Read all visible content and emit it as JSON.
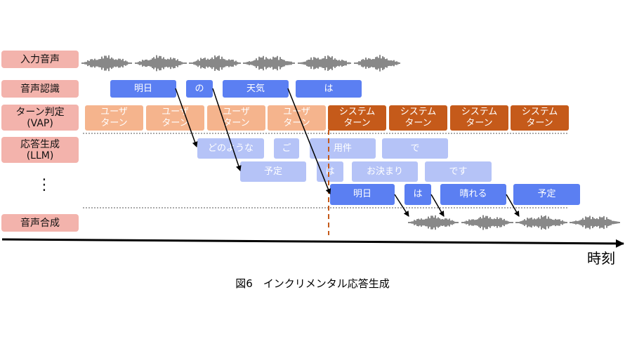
{
  "rows": {
    "input_audio": "入力音声",
    "asr": "音声認識",
    "vap_line1": "ターン判定",
    "vap_line2": "(VAP)",
    "llm_line1": "応答生成",
    "llm_line2": "(LLM)",
    "tts": "音声合成",
    "ellipsis": "⋮"
  },
  "asr_tokens": [
    "明日",
    "の",
    "天気",
    "は"
  ],
  "vap": {
    "user_line1": "ユーザ",
    "user_line2": "ターン",
    "system_line1": "システム",
    "system_line2": "ターン"
  },
  "llm_row1": [
    "どのような",
    "ご",
    "用件",
    "で"
  ],
  "llm_row2": [
    "予定",
    "は",
    "お決まり",
    "です"
  ],
  "llm_row3": [
    "明日",
    "は",
    "晴れる",
    "予定"
  ],
  "axis_label": "時刻",
  "caption": "図6　インクリメンタル応答生成",
  "colors": {
    "label_bg": "#f3b3ac",
    "asr_blue": "#5b7ff2",
    "llm_faded": "#b5c3f7",
    "user_turn": "#f5b48d",
    "system_turn": "#c55a1a",
    "switch_line": "#c55a1a"
  }
}
